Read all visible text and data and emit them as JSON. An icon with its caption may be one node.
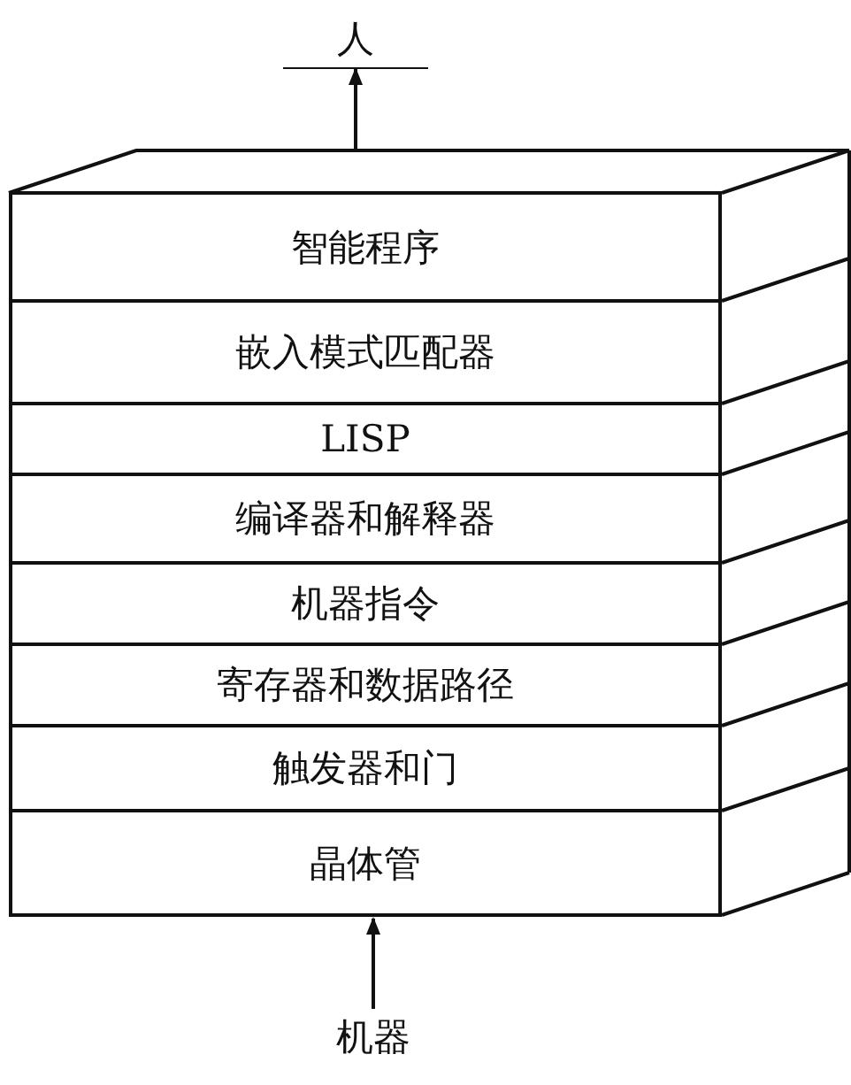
{
  "diagram": {
    "nodes": [
      {
        "text": [
          "人"
        ]
      },
      {
        "text": [
          "智能程序"
        ]
      },
      {
        "text": [
          "嵌入模式匹配器"
        ]
      },
      {
        "text": [
          "LISP"
        ]
      },
      {
        "text": [
          "编译器和解释器"
        ]
      },
      {
        "text": [
          "机器指令"
        ]
      },
      {
        "text": [
          "寄存器和数据路径"
        ]
      },
      {
        "text": [
          "触发器和门"
        ]
      },
      {
        "text": [
          "晶体管"
        ]
      },
      {
        "text": [
          "机器"
        ]
      }
    ],
    "edges": [
      {
        "from": 1,
        "to": 0,
        "arrow": "to"
      },
      {
        "from": 9,
        "to": 8,
        "arrow": "to"
      }
    ]
  }
}
